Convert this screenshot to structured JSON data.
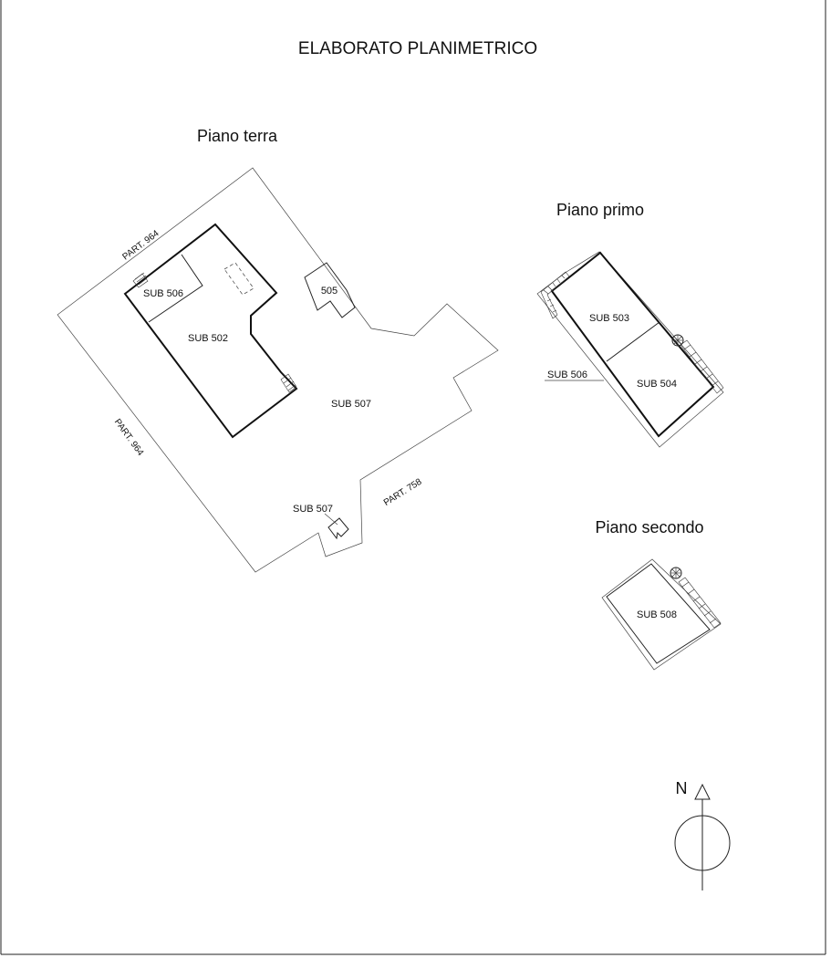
{
  "title": "ELABORATO PLANIMETRICO",
  "floors": {
    "ground": {
      "label": "Piano terra",
      "units": {
        "sub506": "SUB 506",
        "sub502": "SUB 502",
        "sub505": "505",
        "sub507_main": "SUB 507",
        "sub507_small": "SUB 507"
      },
      "boundaries": {
        "part964_top": "PART. 964",
        "part964_left": "PART. 964",
        "part758": "PART. 758"
      }
    },
    "first": {
      "label": "Piano primo",
      "units": {
        "sub503": "SUB 503",
        "sub504": "SUB 504",
        "sub506": "SUB 506"
      }
    },
    "second": {
      "label": "Piano secondo",
      "units": {
        "sub508": "SUB 508"
      }
    }
  },
  "north_arrow": {
    "label": "N"
  }
}
